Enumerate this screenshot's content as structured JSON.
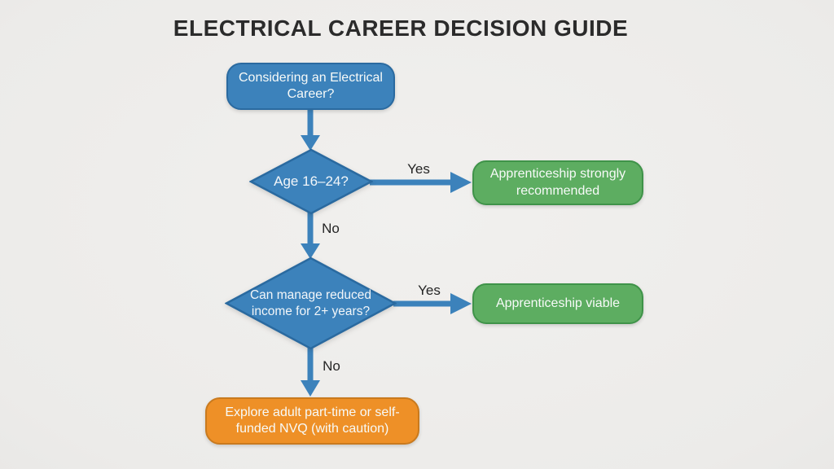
{
  "title": "ELECTRICAL CAREER DECISION GUIDE",
  "colors": {
    "background": "#ecebe9",
    "node_blue": "#3c82bb",
    "node_blue_border": "#2a6aa0",
    "node_green": "#5dad61",
    "node_green_border": "#3f9349",
    "node_orange": "#ee9027",
    "node_orange_border": "#c97a1e",
    "arrow_blue": "#3c82bb",
    "title_text": "#2b2b2b",
    "node_text": "#f7faf8"
  },
  "nodes": {
    "start": {
      "label": "Considering an Electrical Career?",
      "shape": "rounded-rect",
      "color": "blue"
    },
    "decision_age": {
      "label": "Age 16–24?",
      "shape": "diamond",
      "color": "blue"
    },
    "outcome_strong": {
      "label": "Apprenticeship strongly recommended",
      "shape": "rounded-rect",
      "color": "green"
    },
    "decision_income": {
      "label": "Can manage reduced income for 2+ years?",
      "shape": "diamond",
      "color": "blue"
    },
    "outcome_viable": {
      "label": "Apprenticeship viable",
      "shape": "rounded-rect",
      "color": "green"
    },
    "outcome_caution": {
      "label": "Explore adult part-time or self-funded NVQ (with caution)",
      "shape": "rounded-rect",
      "color": "orange"
    }
  },
  "edges": {
    "age_yes": "Yes",
    "age_no": "No",
    "income_yes": "Yes",
    "income_no": "No"
  }
}
